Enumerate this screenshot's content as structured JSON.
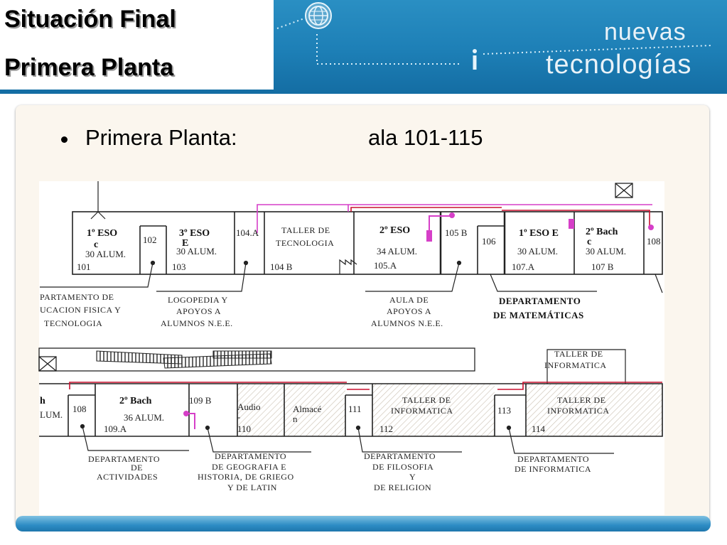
{
  "header": {
    "title_line1": "Situación Final",
    "title_line2": "Primera Planta",
    "brand_line1": "nuevas",
    "brand_line2": "tecnologías",
    "icons": [
      "globe-icon",
      "info-icon"
    ],
    "colors": {
      "header_blue": "#1d7fb6",
      "accent_magenta": "#d63fc8",
      "duct_red": "#c8102e"
    }
  },
  "bullet": {
    "label": "Primera Planta:",
    "value": "ala 101-115"
  },
  "floor_plan": {
    "top_rooms": [
      {
        "id": "101",
        "name": "1º ESO",
        "extra": "c",
        "students": "30 ALUM."
      },
      {
        "id": "102"
      },
      {
        "id": "103",
        "name": "3º ESO",
        "extra": "E",
        "students": "30 ALUM."
      },
      {
        "id": "104.A"
      },
      {
        "id": "104 B",
        "name_l1": "TALLER DE",
        "name_l2": "TECNOLOGIA"
      },
      {
        "id": "105.A",
        "name": "2º ESO",
        "students": "34 ALUM."
      },
      {
        "id": "105 B"
      },
      {
        "id": "106"
      },
      {
        "id": "107.A",
        "name": "1º ESO E",
        "students": "30 ALUM."
      },
      {
        "id": "107 B",
        "name": "2º Bach",
        "extra": "c",
        "students": "30 ALUM."
      },
      {
        "id": "108"
      }
    ],
    "top_captions": [
      {
        "lines": [
          "PARTAMENTO DE",
          "UCACION FISICA Y",
          "TECNOLOGIA"
        ]
      },
      {
        "lines": [
          "LOGOPEDIA Y",
          "APOYOS A",
          "ALUMNOS N.E.E."
        ]
      },
      {
        "lines": [
          "AULA DE",
          "APOYOS A",
          "ALUMNOS N.E.E."
        ]
      },
      {
        "lines": [
          "DEPARTAMENTO",
          "DE MATEMÁTICAS"
        ]
      }
    ],
    "bottom_rooms": [
      {
        "name": "h",
        "students": "LUM."
      },
      {
        "id": "108"
      },
      {
        "id": "109.A",
        "name": "2º Bach",
        "students": "36 ALUM."
      },
      {
        "id": "109 B"
      },
      {
        "id": "110",
        "name_l1": "Audio",
        "name_l2": "-"
      },
      {
        "name_l1": "Almacé",
        "name_l2": "n"
      },
      {
        "id": "111"
      },
      {
        "id": "112",
        "name_l1": "TALLER DE",
        "name_l2": "INFORMATICA"
      },
      {
        "id": "113"
      },
      {
        "id": "114",
        "name_l1": "TALLER DE",
        "name_l2": "INFORMATICA"
      }
    ],
    "annex_lines": [
      "TALLER DE",
      "INFORMATICA"
    ],
    "bottom_captions": [
      {
        "lines": [
          "DEPARTAMENTO",
          "DE",
          "ACTIVIDADES"
        ]
      },
      {
        "lines": [
          "DEPARTAMENTO",
          "DE GEOGRAFIA E",
          "HISTORIA, DE GRIEGO",
          "Y DE LATIN"
        ]
      },
      {
        "lines": [
          "DEPARTAMENTO",
          "DE FILOSOFIA",
          "Y",
          "DE RELIGION"
        ]
      },
      {
        "lines": [
          "DEPARTAMENTO",
          "DE INFORMATICA"
        ]
      }
    ]
  }
}
